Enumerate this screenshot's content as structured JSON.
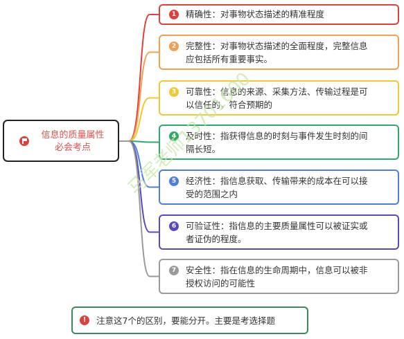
{
  "root": {
    "label_line1": "信息的质量属性",
    "label_line2": "必会考点"
  },
  "items": [
    {
      "num": "1",
      "color": "#e0403a",
      "line1": "精确性：对事物状态描述的精准程度",
      "line2": ""
    },
    {
      "num": "2",
      "color": "#f0a050",
      "line1": "完整性：对事物状态描述的全面程度，完整信息",
      "line2": "应包括所有重要事实。"
    },
    {
      "num": "3",
      "color": "#f0c830",
      "line1": "可靠性：信息的来源、采集方法、传输过程是可",
      "line2": "以信任的，符合预期的"
    },
    {
      "num": "4",
      "color": "#2ea86c",
      "line1": "及时性：指获得信息的时刻与事件发生时刻的间",
      "line2": "隔长短。"
    },
    {
      "num": "5",
      "color": "#4a7fe0",
      "line1": "经济性：指信息获取、传输带来的成本在可以接",
      "line2": "受的范围之内"
    },
    {
      "num": "6",
      "color": "#5a48c0",
      "line1": "可验证性：指信息的主要质量属性可以被证实或",
      "line2": "者证伪的程度。"
    },
    {
      "num": "7",
      "color": "#9a9a9a",
      "line1": "安全性：指在信息的生命周期中，信息可以被非",
      "line2": "授权访问的可能性"
    }
  ],
  "note": {
    "text": "注意这7个的区别，要能分开。主要是考选择题",
    "border_color": "#3a8a5c",
    "icon_color": "#e0403a"
  },
  "watermark": "马军老师13701600"
}
